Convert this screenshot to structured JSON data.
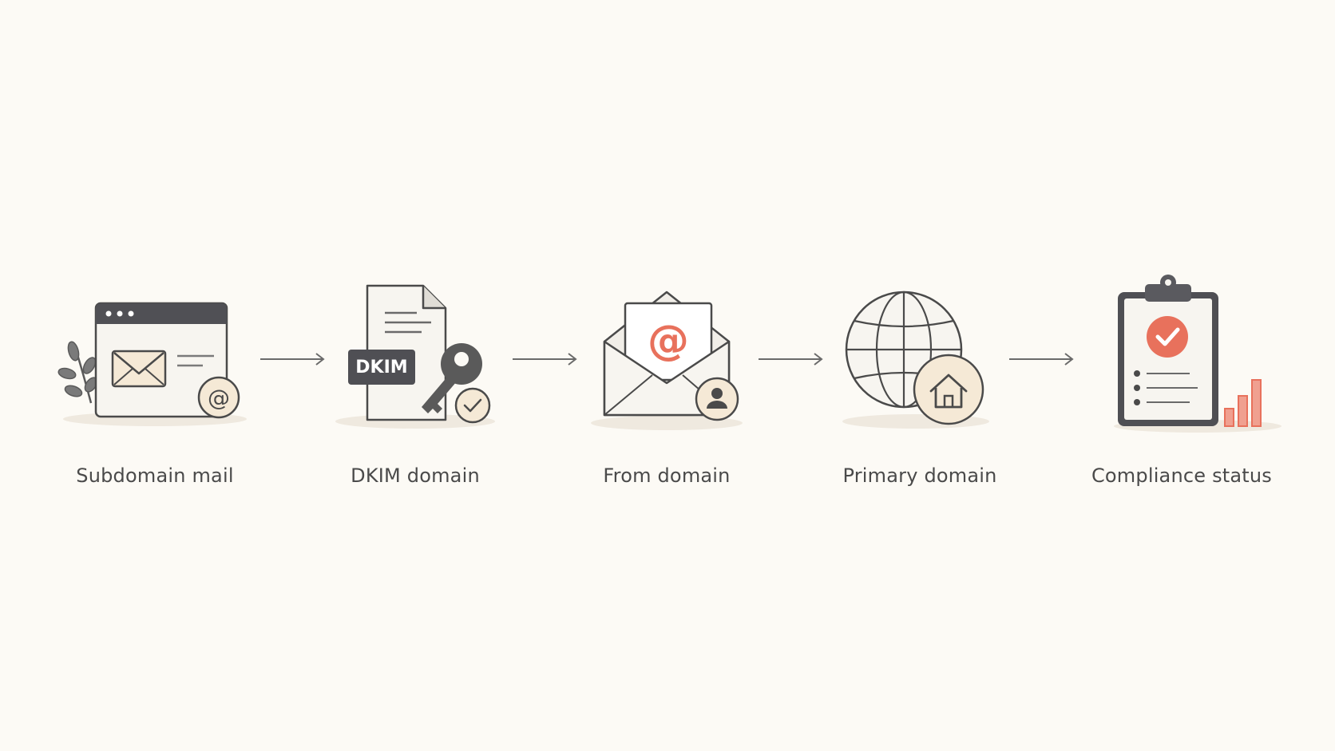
{
  "steps": [
    {
      "label": "Subdomain mail",
      "icon": "browser-mail-icon"
    },
    {
      "label": "DKIM domain",
      "icon": "document-key-icon",
      "badge": "DKIM"
    },
    {
      "label": "From domain",
      "icon": "envelope-at-icon"
    },
    {
      "label": "Primary domain",
      "icon": "globe-home-icon"
    },
    {
      "label": "Compliance status",
      "icon": "clipboard-check-icon"
    }
  ],
  "colors": {
    "background": "#fcfaf5",
    "ink": "#4a4a4a",
    "accent": "#e8715c",
    "cream": "#f5e9d6",
    "paper": "#f7f5f0"
  }
}
